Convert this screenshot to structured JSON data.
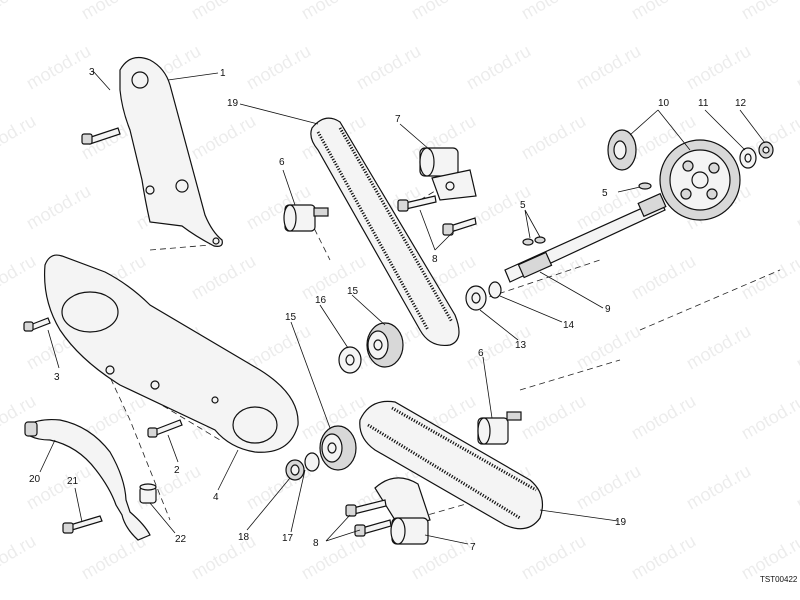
{
  "watermark": "motod.ru",
  "diagram_code": "TST00422",
  "callouts": {
    "c1": "1",
    "c2": "2",
    "c3a": "3",
    "c3b": "3",
    "c4": "4",
    "c5a": "5",
    "c5b": "5",
    "c6a": "6",
    "c6b": "6",
    "c7a": "7",
    "c7b": "7",
    "c8a": "8",
    "c8b": "8",
    "c9": "9",
    "c10": "10",
    "c11": "11",
    "c12": "12",
    "c13": "13",
    "c14": "14",
    "c15a": "15",
    "c15b": "15",
    "c16": "16",
    "c17": "17",
    "c18": "18",
    "c19a": "19",
    "c19b": "19",
    "c20": "20",
    "c21": "21",
    "c22": "22"
  }
}
